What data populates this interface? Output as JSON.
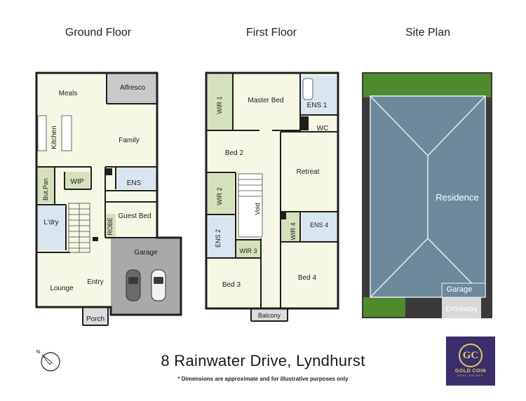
{
  "headings": {
    "ground": "Ground Floor",
    "first": "First Floor",
    "site": "Site Plan"
  },
  "ground_floor_rooms": {
    "meals": "Meals",
    "alfresco": "Alfresco",
    "kitchen": "Kitchen",
    "family": "Family",
    "but_pan": "But.Pan",
    "wip": "WIP",
    "ens": "ENS",
    "ldry": "L'dry",
    "robe": "ROBE",
    "guest_bed": "Guest Bed",
    "garage": "Garage",
    "lounge": "Lounge",
    "entry": "Entry",
    "porch": "Porch"
  },
  "first_floor_rooms": {
    "wir1": "WIR 1",
    "master_bed": "Master Bed",
    "ens1": "ENS 1",
    "wc": "WC",
    "bed2": "Bed 2",
    "retreat": "Retreat",
    "wir2": "WIR 2",
    "void": "Void",
    "ens2": "ENS 2",
    "wir3": "WIR 3",
    "wir4": "WIR 4",
    "ens4": "ENS 4",
    "bed3": "Bed 3",
    "bed4": "Bed 4",
    "balcony": "Balcony"
  },
  "site_plan": {
    "residence": "Residence",
    "garage": "Garage",
    "driveway": "Driveway"
  },
  "address": "8 Rainwater Drive, Lyndhurst",
  "disclaimer": "* Dimensions are approximate and for illustrative purposes only",
  "logo": {
    "monogram": "GC",
    "name": "GOLD COIN",
    "tagline": "REAL ESTATE"
  },
  "colors": {
    "room_fill": "#f6f7e4",
    "wet_area_fill": "#d9e6ef",
    "robe_fill": "#d5e0bd",
    "garage_fill": "#a9a9a9",
    "wall": "#1e1e1e",
    "roof": "#6c8a9b",
    "lawn": "#4f8a2d",
    "site_frame": "#3a3a3a",
    "logo_bg": "#3a2f6b",
    "logo_gold": "#e6c66a"
  }
}
